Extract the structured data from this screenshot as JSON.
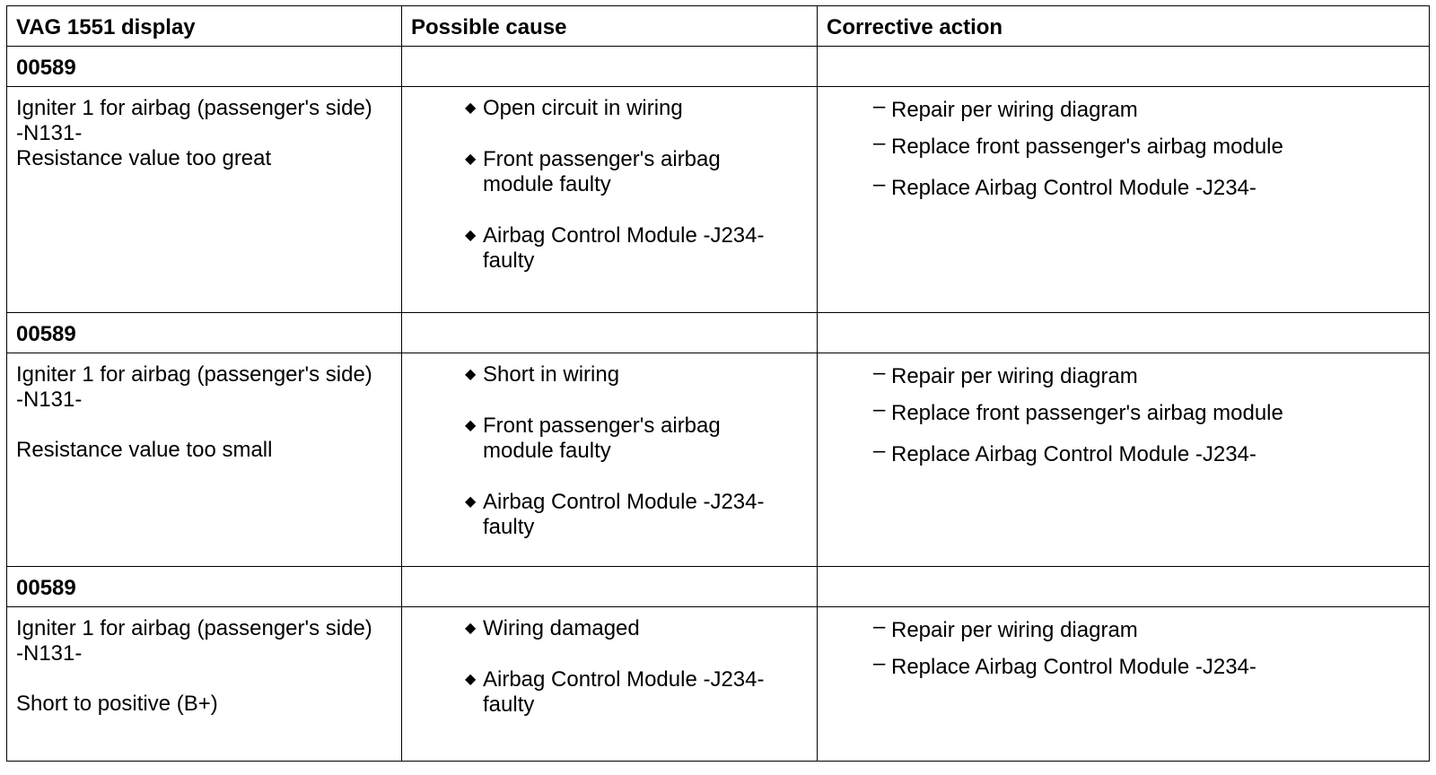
{
  "headers": {
    "display": "VAG 1551 display",
    "cause": "Possible cause",
    "action": "Corrective action"
  },
  "rows": [
    {
      "code": "00589",
      "display_lines": [
        "Igniter 1 for airbag (passenger's side) -N131-",
        "Resistance value too great"
      ],
      "causes": [
        "Open circuit in wiring",
        "Front passenger's airbag module faulty",
        "Airbag Control Module -J234- faulty"
      ],
      "actions": [
        "Repair per wiring diagram",
        "Replace front passenger's airbag module",
        "Replace Airbag Control Module -J234-"
      ]
    },
    {
      "code": "00589",
      "display_lines": [
        "Igniter 1 for airbag (passenger's side) -N131-",
        "Resistance value too small"
      ],
      "causes": [
        "Short in wiring",
        "Front passenger's airbag module faulty",
        "Airbag Control Module -J234- faulty"
      ],
      "actions": [
        "Repair per wiring diagram",
        "Replace front passenger's airbag module",
        "Replace Airbag Control Module -J234-"
      ]
    },
    {
      "code": "00589",
      "display_lines": [
        "Igniter 1 for airbag (passenger's side) -N131-",
        "Short to positive (B+)"
      ],
      "causes": [
        "Wiring damaged",
        "Airbag Control Module -J234- faulty"
      ],
      "actions": [
        "Repair per wiring diagram",
        "Replace Airbag Control Module -J234-"
      ]
    }
  ]
}
